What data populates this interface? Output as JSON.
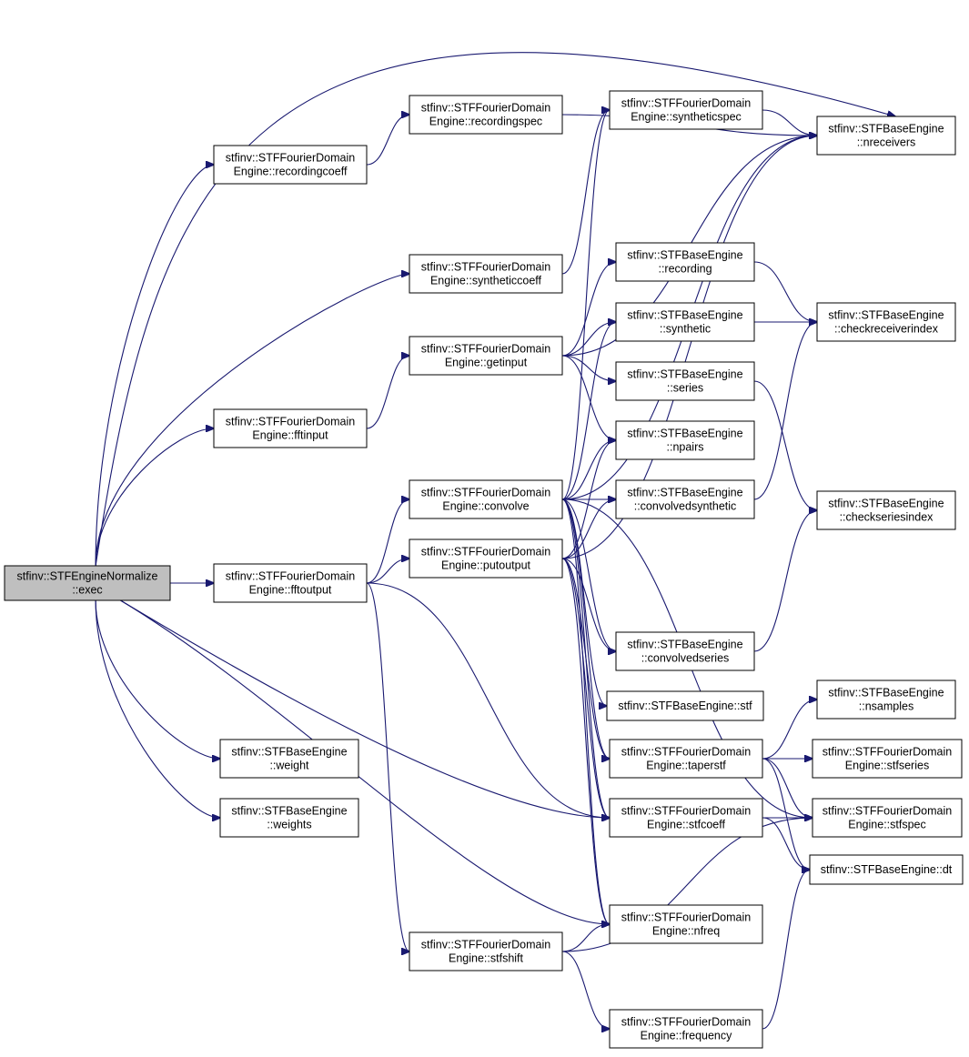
{
  "diagram": {
    "type": "call-graph",
    "colors": {
      "edge": "#191970",
      "node_border": "#000000",
      "root_fill": "#bfbfbf",
      "node_fill": "#ffffff"
    },
    "nodes": [
      {
        "id": "exec",
        "lines": [
          "stfinv::STFEngineNormalize",
          "::exec"
        ],
        "root": true
      },
      {
        "id": "recordingcoeff",
        "lines": [
          "stfinv::STFFourierDomain",
          "Engine::recordingcoeff"
        ]
      },
      {
        "id": "recordingspec",
        "lines": [
          "stfinv::STFFourierDomain",
          "Engine::recordingspec"
        ]
      },
      {
        "id": "syntheticcoeff",
        "lines": [
          "stfinv::STFFourierDomain",
          "Engine::syntheticcoeff"
        ]
      },
      {
        "id": "getinput",
        "lines": [
          "stfinv::STFFourierDomain",
          "Engine::getinput"
        ]
      },
      {
        "id": "fftinput",
        "lines": [
          "stfinv::STFFourierDomain",
          "Engine::fftinput"
        ]
      },
      {
        "id": "convolve",
        "lines": [
          "stfinv::STFFourierDomain",
          "Engine::convolve"
        ]
      },
      {
        "id": "putoutput",
        "lines": [
          "stfinv::STFFourierDomain",
          "Engine::putoutput"
        ]
      },
      {
        "id": "fftoutput",
        "lines": [
          "stfinv::STFFourierDomain",
          "Engine::fftoutput"
        ]
      },
      {
        "id": "weight",
        "lines": [
          "stfinv::STFBaseEngine",
          "::weight"
        ]
      },
      {
        "id": "weights",
        "lines": [
          "stfinv::STFBaseEngine",
          "::weights"
        ]
      },
      {
        "id": "stfshift",
        "lines": [
          "stfinv::STFFourierDomain",
          "Engine::stfshift"
        ]
      },
      {
        "id": "syntheticspec",
        "lines": [
          "stfinv::STFFourierDomain",
          "Engine::syntheticspec"
        ]
      },
      {
        "id": "recording",
        "lines": [
          "stfinv::STFBaseEngine",
          "::recording"
        ]
      },
      {
        "id": "synthetic",
        "lines": [
          "stfinv::STFBaseEngine",
          "::synthetic"
        ]
      },
      {
        "id": "series",
        "lines": [
          "stfinv::STFBaseEngine",
          "::series"
        ]
      },
      {
        "id": "npairs",
        "lines": [
          "stfinv::STFBaseEngine",
          "::npairs"
        ]
      },
      {
        "id": "convolvedsynthetic",
        "lines": [
          "stfinv::STFBaseEngine",
          "::convolvedsynthetic"
        ]
      },
      {
        "id": "convolvedseries",
        "lines": [
          "stfinv::STFBaseEngine",
          "::convolvedseries"
        ]
      },
      {
        "id": "stf",
        "lines": [
          "stfinv::STFBaseEngine::stf"
        ]
      },
      {
        "id": "taperstf",
        "lines": [
          "stfinv::STFFourierDomain",
          "Engine::taperstf"
        ]
      },
      {
        "id": "stfcoeff",
        "lines": [
          "stfinv::STFFourierDomain",
          "Engine::stfcoeff"
        ]
      },
      {
        "id": "nfreq",
        "lines": [
          "stfinv::STFFourierDomain",
          "Engine::nfreq"
        ]
      },
      {
        "id": "frequency",
        "lines": [
          "stfinv::STFFourierDomain",
          "Engine::frequency"
        ]
      },
      {
        "id": "nreceivers",
        "lines": [
          "stfinv::STFBaseEngine",
          "::nreceivers"
        ]
      },
      {
        "id": "checkreceiverindex",
        "lines": [
          "stfinv::STFBaseEngine",
          "::checkreceiverindex"
        ]
      },
      {
        "id": "checkseriesindex",
        "lines": [
          "stfinv::STFBaseEngine",
          "::checkseriesindex"
        ]
      },
      {
        "id": "nsamples",
        "lines": [
          "stfinv::STFBaseEngine",
          "::nsamples"
        ]
      },
      {
        "id": "stfseries",
        "lines": [
          "stfinv::STFFourierDomain",
          "Engine::stfseries"
        ]
      },
      {
        "id": "stfspec",
        "lines": [
          "stfinv::STFFourierDomain",
          "Engine::stfspec"
        ]
      },
      {
        "id": "dt",
        "lines": [
          "stfinv::STFBaseEngine::dt"
        ]
      }
    ],
    "edges": [
      [
        "exec",
        "nreceivers"
      ],
      [
        "exec",
        "recordingcoeff"
      ],
      [
        "exec",
        "syntheticcoeff"
      ],
      [
        "exec",
        "fftinput"
      ],
      [
        "exec",
        "fftoutput"
      ],
      [
        "exec",
        "weight"
      ],
      [
        "exec",
        "weights"
      ],
      [
        "exec",
        "nfreq"
      ],
      [
        "exec",
        "stfcoeff"
      ],
      [
        "recordingcoeff",
        "recordingspec"
      ],
      [
        "recordingspec",
        "nreceivers"
      ],
      [
        "syntheticcoeff",
        "syntheticspec"
      ],
      [
        "syntheticspec",
        "nreceivers"
      ],
      [
        "fftinput",
        "getinput"
      ],
      [
        "getinput",
        "nreceivers"
      ],
      [
        "getinput",
        "recording"
      ],
      [
        "getinput",
        "synthetic"
      ],
      [
        "getinput",
        "series"
      ],
      [
        "getinput",
        "npairs"
      ],
      [
        "fftoutput",
        "convolve"
      ],
      [
        "fftoutput",
        "putoutput"
      ],
      [
        "fftoutput",
        "stfshift"
      ],
      [
        "fftoutput",
        "stfcoeff"
      ],
      [
        "convolve",
        "syntheticspec"
      ],
      [
        "convolve",
        "nreceivers"
      ],
      [
        "convolve",
        "synthetic"
      ],
      [
        "convolve",
        "npairs"
      ],
      [
        "convolve",
        "convolvedsynthetic"
      ],
      [
        "convolve",
        "convolvedseries"
      ],
      [
        "convolve",
        "stf"
      ],
      [
        "convolve",
        "taperstf"
      ],
      [
        "convolve",
        "stfcoeff"
      ],
      [
        "convolve",
        "nfreq"
      ],
      [
        "convolve",
        "stfspec"
      ],
      [
        "putoutput",
        "nreceivers"
      ],
      [
        "putoutput",
        "npairs"
      ],
      [
        "putoutput",
        "convolvedsynthetic"
      ],
      [
        "putoutput",
        "convolvedseries"
      ],
      [
        "putoutput",
        "taperstf"
      ],
      [
        "putoutput",
        "stfcoeff"
      ],
      [
        "putoutput",
        "nfreq"
      ],
      [
        "recording",
        "checkreceiverindex"
      ],
      [
        "synthetic",
        "checkreceiverindex"
      ],
      [
        "series",
        "checkseriesindex"
      ],
      [
        "convolvedsynthetic",
        "checkreceiverindex"
      ],
      [
        "convolvedseries",
        "checkseriesindex"
      ],
      [
        "taperstf",
        "nsamples"
      ],
      [
        "taperstf",
        "stfseries"
      ],
      [
        "taperstf",
        "stfspec"
      ],
      [
        "taperstf",
        "dt"
      ],
      [
        "stfcoeff",
        "stfspec"
      ],
      [
        "stfcoeff",
        "dt"
      ],
      [
        "stfshift",
        "nfreq"
      ],
      [
        "stfshift",
        "frequency"
      ],
      [
        "stfshift",
        "stfspec"
      ],
      [
        "frequency",
        "dt"
      ]
    ]
  }
}
